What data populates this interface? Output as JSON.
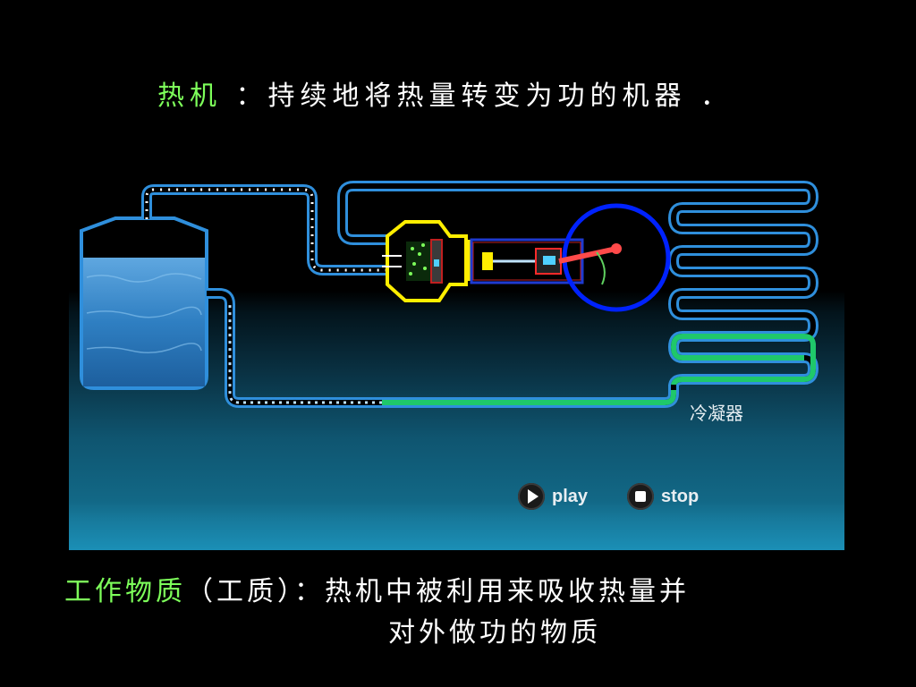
{
  "slide": {
    "title_term": "热机",
    "title_rest": " ：持续地将热量转变为功的机器 ．",
    "definition_term": "工作物质",
    "definition_line1": "（工质）：热机中被利用来吸收热量并",
    "definition_line2": "对外做功的物质"
  },
  "animation": {
    "condenser_label": "冷凝器",
    "play_label": "play",
    "stop_label": "stop",
    "play_icon": "play-icon",
    "stop_icon": "stop-icon"
  },
  "colors": {
    "term": "#7dff5a",
    "pipe": "#2f8fdc",
    "cylinder": "#ffee00",
    "flywheel": "#0022ff",
    "condensate": "#1fc86a",
    "water": "#2a7cc0"
  }
}
